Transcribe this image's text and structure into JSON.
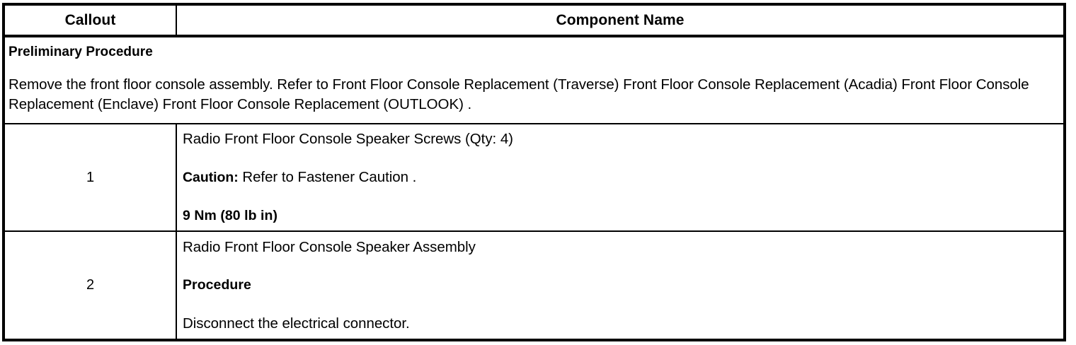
{
  "table": {
    "columns": [
      {
        "key": "callout",
        "label": "Callout"
      },
      {
        "key": "component",
        "label": "Component Name"
      }
    ],
    "preliminary": {
      "title": "Preliminary Procedure",
      "body": "Remove the front floor console assembly. Refer to Front Floor Console Replacement (Traverse) Front Floor Console Replacement (Acadia) Front Floor Console Replacement (Enclave) Front Floor Console Replacement (OUTLOOK) ."
    },
    "rows": [
      {
        "callout": "1",
        "lines": [
          {
            "text": "Radio Front Floor Console Speaker Screws (Qty: 4)",
            "style": "normal"
          },
          {
            "lead": "Caution:",
            "text": " Refer to Fastener Caution .",
            "style": "lead-bold"
          },
          {
            "text": "9 Nm (80 lb in)",
            "style": "bold"
          }
        ]
      },
      {
        "callout": "2",
        "lines": [
          {
            "text": "Radio Front Floor Console Speaker Assembly",
            "style": "normal"
          },
          {
            "text": "Procedure",
            "style": "bold"
          },
          {
            "text": "Disconnect the electrical connector.",
            "style": "normal"
          }
        ]
      }
    ]
  },
  "colors": {
    "border": "#000000",
    "text": "#000000",
    "background": "#ffffff"
  }
}
